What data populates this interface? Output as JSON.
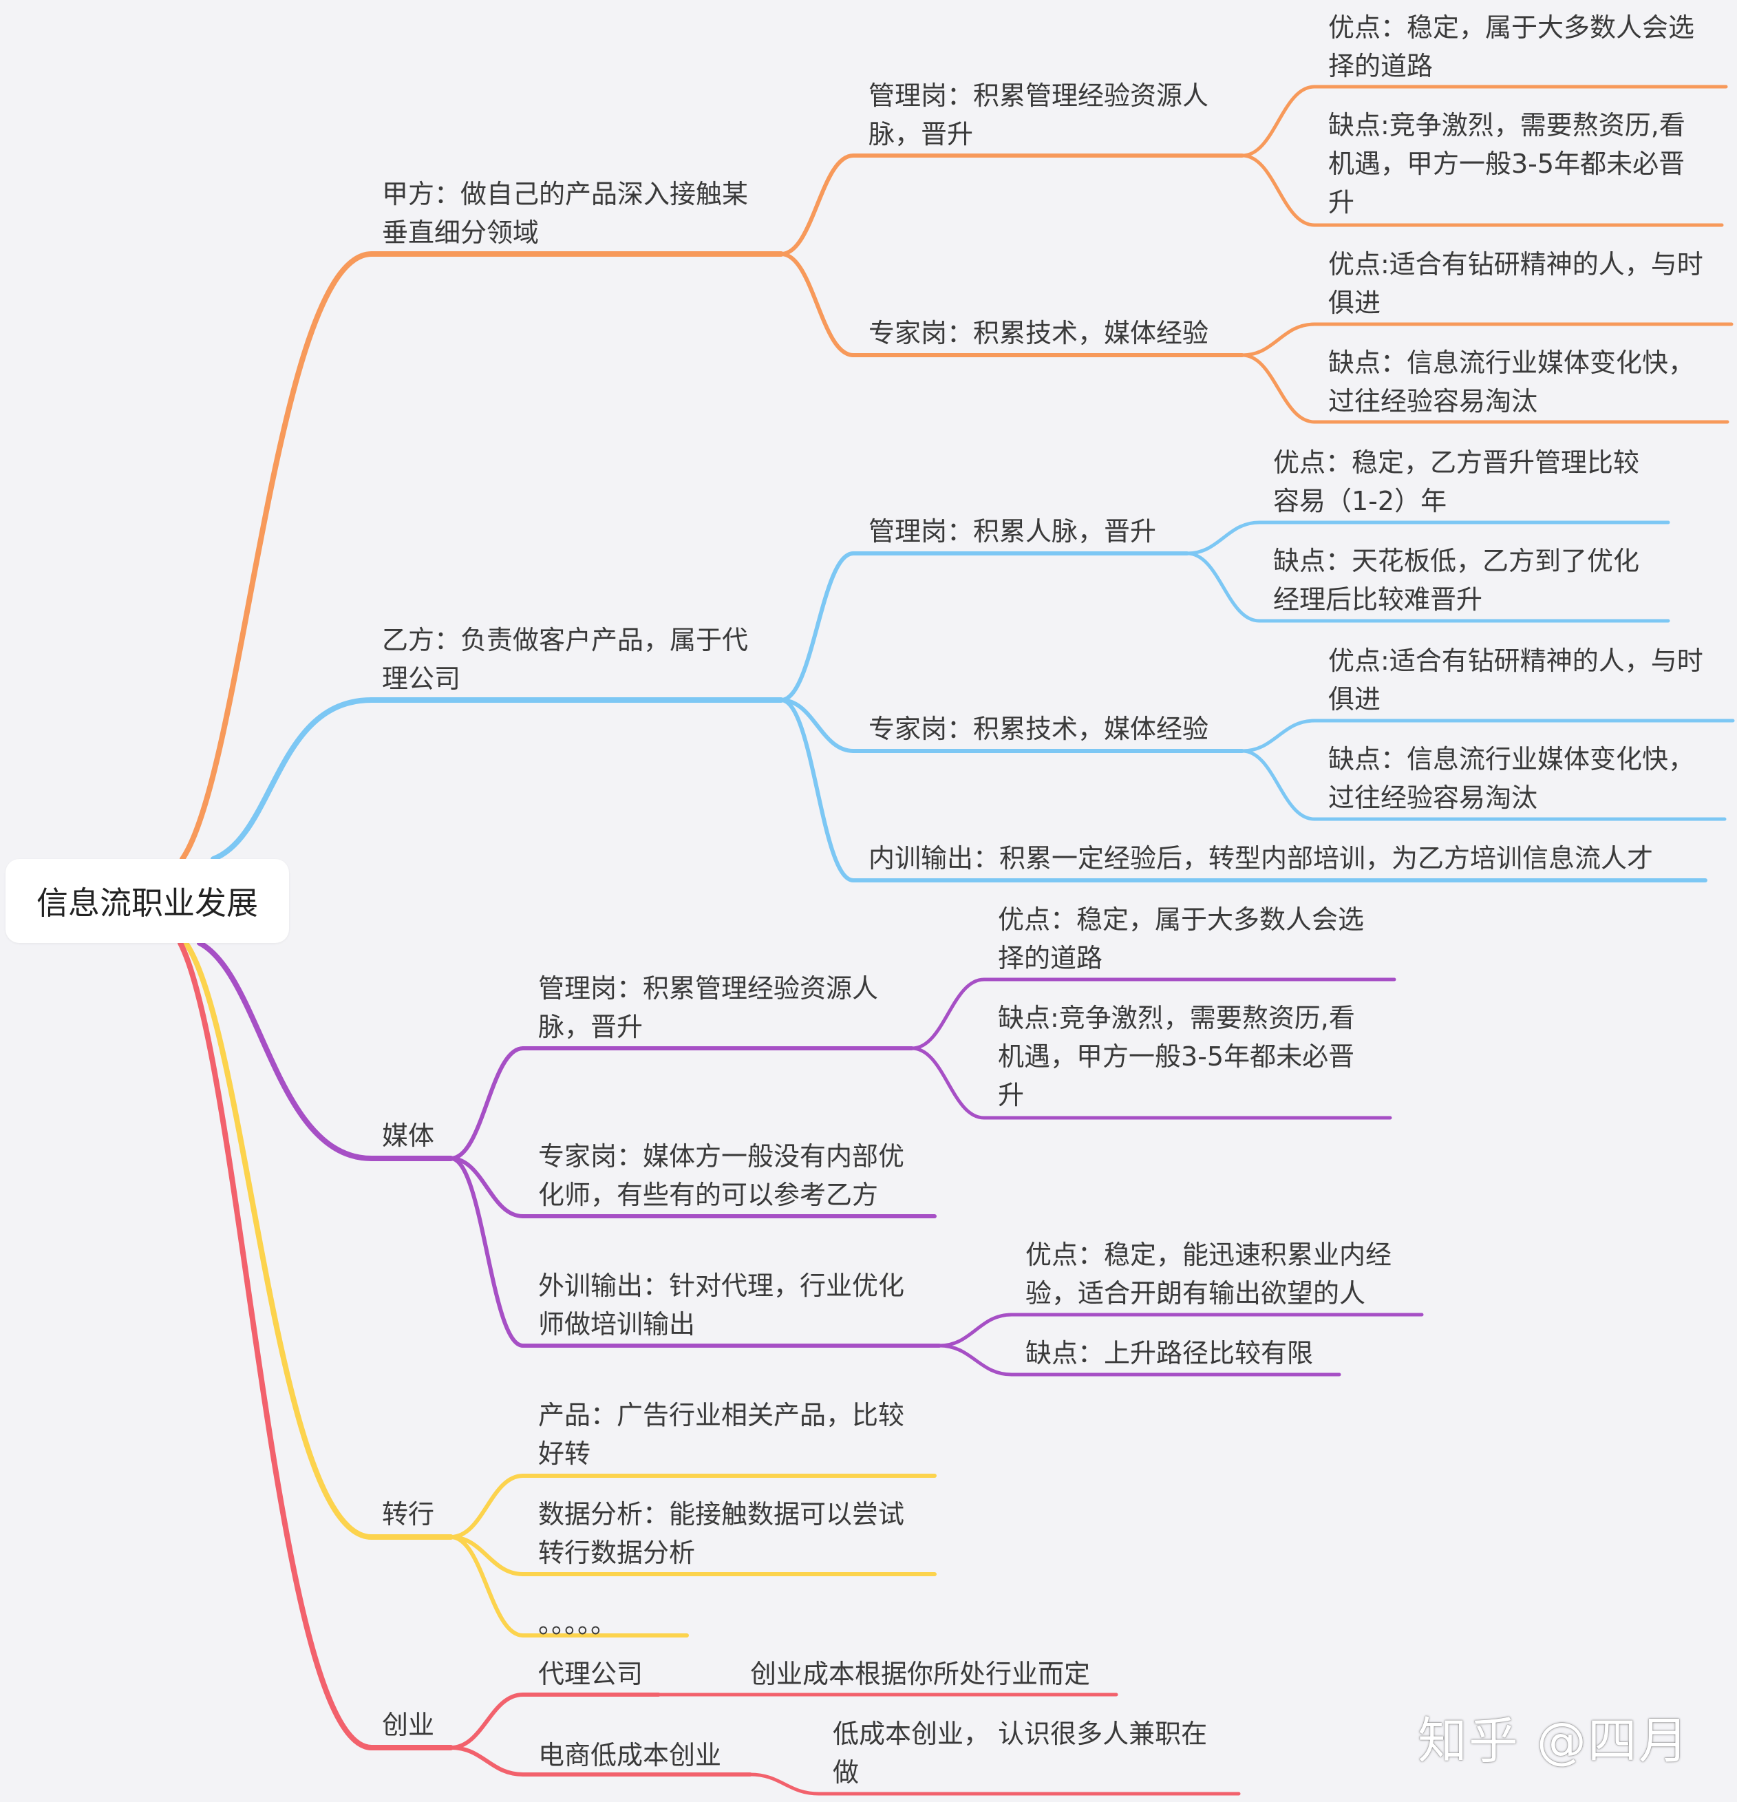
{
  "root": {
    "label": "信息流职业发展"
  },
  "branches": [
    {
      "label": "甲方：做自己的产品深入接触某\n垂直细分领域",
      "color": "#f7995a",
      "children": [
        {
          "label": "管理岗：积累管理经验资源人\n脉，晋升",
          "children": [
            {
              "label": "优点：稳定，属于大多数人会选\n择的道路"
            },
            {
              "label": "缺点:竞争激烈，需要熬资历,看\n机遇，甲方一般3-5年都未必晋\n升"
            }
          ]
        },
        {
          "label": "专家岗：积累技术，媒体经验",
          "children": [
            {
              "label": "优点:适合有钻研精神的人，与时\n俱进"
            },
            {
              "label": "缺点：信息流行业媒体变化快，\n过往经验容易淘汰"
            }
          ]
        }
      ]
    },
    {
      "label": "乙方：负责做客户产品，属于代\n理公司",
      "color": "#7cc7f4",
      "children": [
        {
          "label": "管理岗：积累人脉，晋升",
          "children": [
            {
              "label": "优点：稳定，乙方晋升管理比较\n容易（1-2）年"
            },
            {
              "label": "缺点：天花板低，乙方到了优化\n经理后比较难晋升"
            }
          ]
        },
        {
          "label": "专家岗：积累技术，媒体经验",
          "children": [
            {
              "label": "优点:适合有钻研精神的人，与时\n俱进"
            },
            {
              "label": "缺点：信息流行业媒体变化快，\n过往经验容易淘汰"
            }
          ]
        },
        {
          "label": "内训输出：积累一定经验后，转型内部培训，为乙方培训信息流人才"
        }
      ]
    },
    {
      "label": "媒体",
      "color": "#a64fc5",
      "children": [
        {
          "label": "管理岗：积累管理经验资源人\n脉，晋升",
          "children": [
            {
              "label": "优点：稳定，属于大多数人会选\n择的道路"
            },
            {
              "label": "缺点:竞争激烈，需要熬资历,看\n机遇，甲方一般3-5年都未必晋\n升"
            }
          ]
        },
        {
          "label": "专家岗：媒体方一般没有内部优\n化师，有些有的可以参考乙方"
        },
        {
          "label": "外训输出：针对代理，行业优化\n师做培训输出",
          "children": [
            {
              "label": "优点：稳定，能迅速积累业内经\n验，适合开朗有输出欲望的人"
            },
            {
              "label": "缺点：上升路径比较有限"
            }
          ]
        }
      ]
    },
    {
      "label": "转行",
      "color": "#fcd34d",
      "children": [
        {
          "label": "产品：广告行业相关产品，比较\n好转"
        },
        {
          "label": "数据分析：能接触数据可以尝试\n转行数据分析"
        },
        {
          "label": "。。。。。"
        }
      ]
    },
    {
      "label": "创业",
      "color": "#f2616c",
      "children": [
        {
          "label": "代理公司",
          "children": [
            {
              "label": "创业成本根据你所处行业而定"
            }
          ]
        },
        {
          "label": "电商低成本创业",
          "children": [
            {
              "label": "低成本创业， 认识很多人兼职在\n做"
            }
          ]
        }
      ]
    }
  ],
  "watermark": "知乎 @四月"
}
